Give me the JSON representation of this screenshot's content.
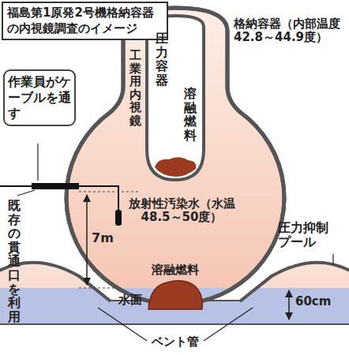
{
  "diagram": {
    "title": "福島第1原発2号機格納容器の内視鏡調査のイメージ",
    "nodes": [
      {
        "text": [
          "作業員がケーブルを通す"
        ]
      }
    ],
    "labels": [
      "格納容器（内部温度42.8～44.9度）",
      "圧力容器",
      "工業用内視鏡",
      "溶融燃料",
      "放射性汚染水（水温48.5～50度）",
      "7m",
      "溶融燃料",
      "水面",
      "圧力抑制プール",
      "60cm",
      "既存の貫通口を利用",
      "ベント管"
    ]
  }
}
